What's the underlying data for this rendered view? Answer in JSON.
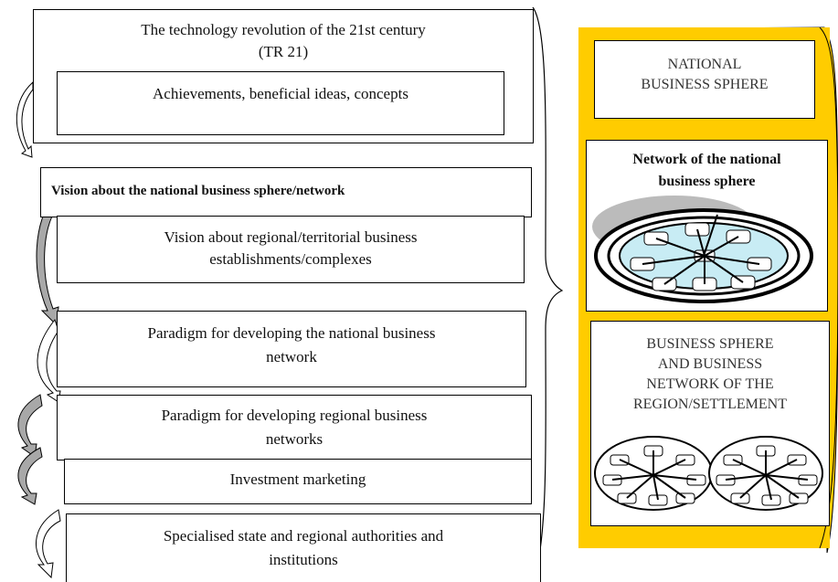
{
  "left_flow": {
    "revolution_title": "The technology revolution of the 21st century",
    "revolution_abbr": "(TR 21)",
    "achievements": "Achievements, beneficial ideas, concepts",
    "vision_national": "Vision about the national business sphere/network",
    "vision_regional_line1": "Vision about regional/territorial business",
    "vision_regional_line2": "establishments/complexes",
    "paradigm_national_line1": "Paradigm for developing the national business",
    "paradigm_national_line2": "network",
    "paradigm_regional_line1": "Paradigm for developing regional business",
    "paradigm_regional_line2": "networks",
    "investment": "Investment marketing",
    "authorities_line1": "Specialised state and regional authorities and",
    "authorities_line2": "institutions"
  },
  "right_panel": {
    "national_sphere_line1": "NATIONAL",
    "national_sphere_line2": "BUSINESS SPHERE",
    "network_line1": "Network of the national",
    "network_line2": "business sphere",
    "regional_line1": "BUSINESS SPHERE",
    "regional_line2": "AND BUSINESS",
    "regional_line3": "NETWORK OF THE",
    "regional_line4": "REGION/SETTLEMENT"
  },
  "colors": {
    "panel_yellow": "#FFCC00",
    "ellipse_fill": "#C8ECF4",
    "shadow_gray": "#BBBBBB",
    "arrow_gray": "#A8A8A8"
  }
}
